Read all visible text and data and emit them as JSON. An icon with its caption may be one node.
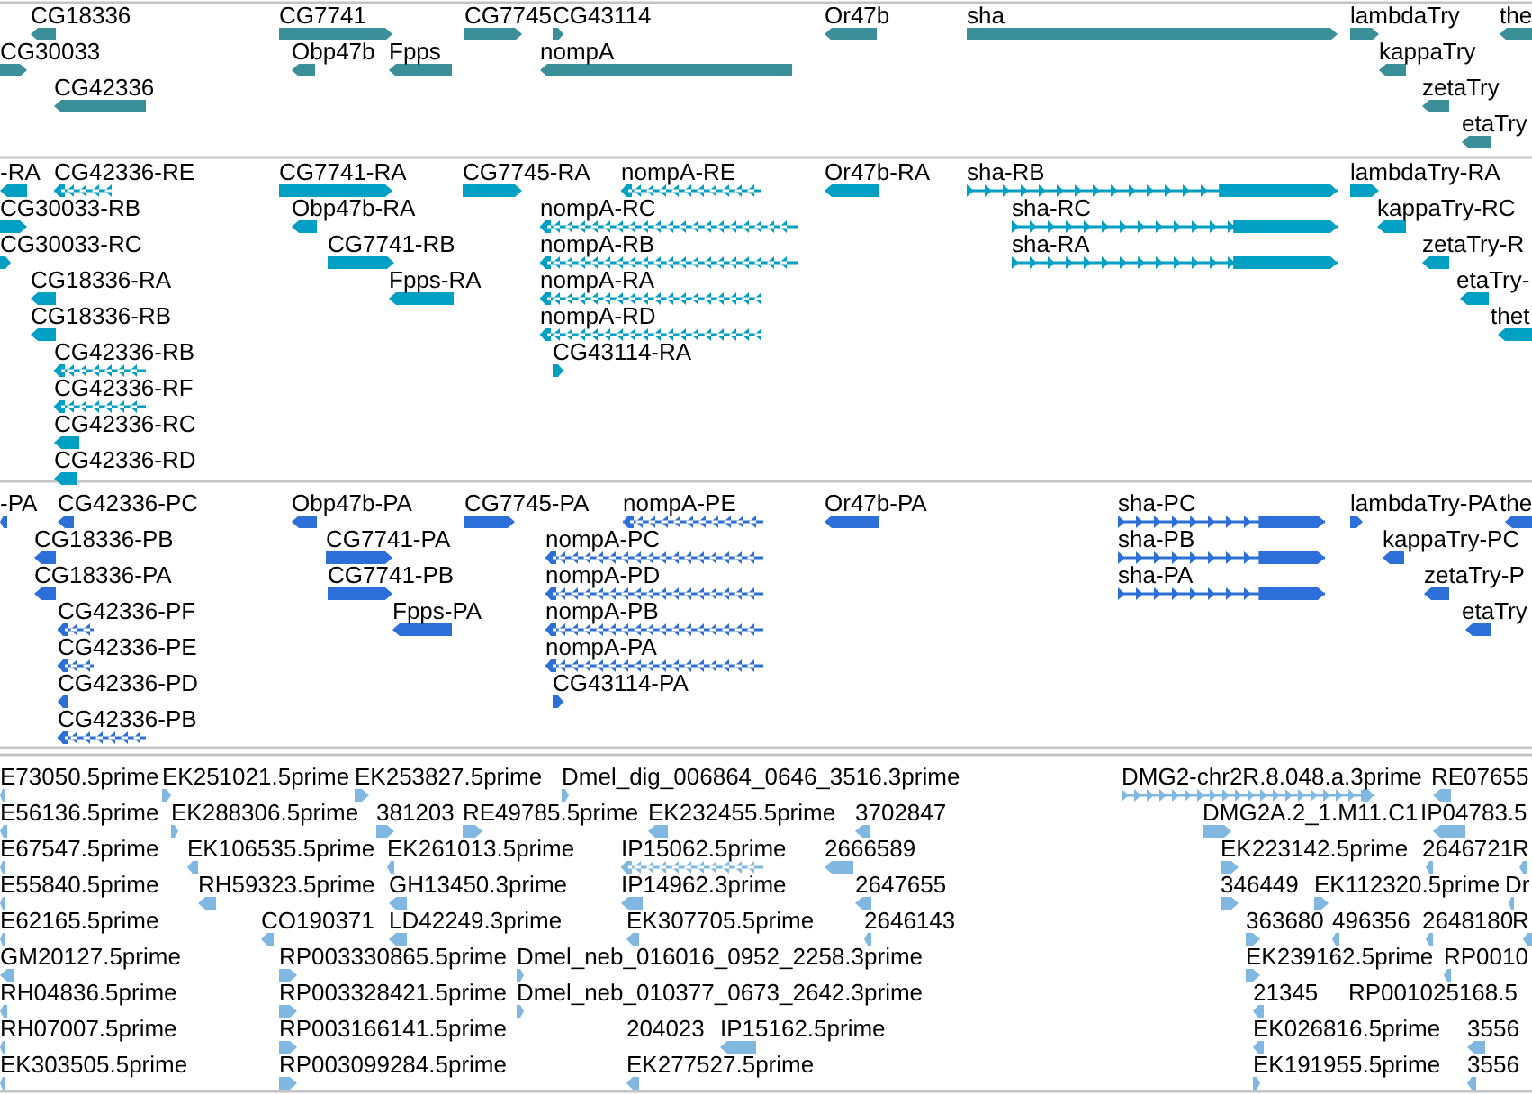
{
  "diagram": {
    "labels": [
      "CG18336",
      "CG7741",
      "CG7745",
      "CG43114",
      "Or47b",
      "sha",
      "lambdaTry",
      "the",
      "CG30033",
      "Obp47b",
      "Fpps",
      "nompA",
      "kappaTry",
      "CG42336",
      "zetaTry",
      "etaTry",
      "-RA",
      "CG42336-RE",
      "CG7741-RA",
      "CG7745-RA",
      "nompA-RE",
      "Or47b-RA",
      "sha-RB",
      "lambdaTry-RA",
      "CG30033-RB",
      "Obp47b-RA",
      "nompA-RC",
      "sha-RC",
      "kappaTry-RC",
      "CG30033-RC",
      "CG7741-RB",
      "nompA-RB",
      "sha-RA",
      "zetaTry-R",
      "CG18336-RA",
      "Fpps-RA",
      "nompA-RA",
      "etaTry-",
      "CG18336-RB",
      "nompA-RD",
      "thet",
      "CG42336-RB",
      "CG43114-RA",
      "CG42336-RF",
      "CG42336-RC",
      "CG42336-RD",
      "-PA",
      "CG42336-PC",
      "Obp47b-PA",
      "CG7745-PA",
      "nompA-PE",
      "Or47b-PA",
      "sha-PC",
      "lambdaTry-PA",
      "the",
      "CG18336-PB",
      "CG7741-PA",
      "nompA-PC",
      "sha-PB",
      "kappaTry-PC",
      "CG18336-PA",
      "CG7741-PB",
      "nompA-PD",
      "sha-PA",
      "zetaTry-P",
      "CG42336-PF",
      "Fpps-PA",
      "nompA-PB",
      "etaTry",
      "CG42336-PE",
      "nompA-PA",
      "CG42336-PD",
      "CG43114-PA",
      "CG42336-PB",
      "E73050.5prime",
      "EK251021.5prime",
      "EK253827.5prime",
      "Dmel_dig_006864_0646_3516.3prime",
      "DMG2-chr2R.8.048.a.3prime",
      "RE07655",
      "E56136.5prime",
      "EK288306.5prime",
      "381203",
      "RE49785.5prime",
      "EK232455.5prime",
      "3702847",
      "DMG2A.2_1.M11.C1",
      "IP04783.5",
      "E67547.5prime",
      "EK106535.5prime",
      "EK261013.5prime",
      "IP15062.5prime",
      "2666589",
      "EK223142.5prime",
      "2646721",
      "R",
      "E55840.5prime",
      "RH59323.5prime",
      "GH13450.3prime",
      "IP14962.3prime",
      "2647655",
      "346449",
      "EK112320.5prime",
      "Dr",
      "E62165.5prime",
      "CO190371",
      "LD42249.3prime",
      "EK307705.5prime",
      "2646143",
      "363680",
      "496356",
      "2648180",
      "R",
      "GM20127.5prime",
      "RP003330865.5prime",
      "Dmel_neb_016016_0952_2258.3prime",
      "EK239162.5prime",
      "RP0010",
      "RH04836.5prime",
      "RP003328421.5prime",
      "Dmel_neb_010377_0673_2642.3prime",
      "21345",
      "RP001025168.5",
      "RH07007.5prime",
      "RP003166141.5prime",
      "204023",
      "IP15162.5prime",
      "EK026816.5prime",
      "3556",
      "EK303505.5prime",
      "RP003099284.5prime",
      "EK277527.5prime",
      "EK191955.5prime",
      "3556"
    ]
  }
}
